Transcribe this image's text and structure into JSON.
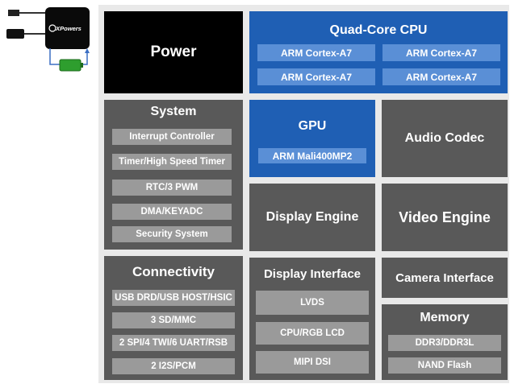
{
  "logo": {
    "text": "XPowers"
  },
  "power": {
    "title": "Power"
  },
  "cpu": {
    "title": "Quad-Core CPU",
    "cores": [
      "ARM Cortex-A7",
      "ARM Cortex-A7",
      "ARM Cortex-A7",
      "ARM Cortex-A7"
    ]
  },
  "system": {
    "title": "System",
    "items": [
      "Interrupt Controller",
      "Timer/High Speed Timer",
      "RTC/3 PWM",
      "DMA/KEYADC",
      "Security System"
    ]
  },
  "gpu": {
    "title": "GPU",
    "items": [
      "ARM Mali400MP2"
    ]
  },
  "audio": {
    "title": "Audio Codec"
  },
  "display_engine": {
    "title": "Display Engine"
  },
  "video_engine": {
    "title": "Video Engine"
  },
  "connectivity": {
    "title": "Connectivity",
    "items": [
      "USB DRD/USB HOST/HSIC",
      "3 SD/MMC",
      "2 SPI/4 TWI/6 UART/RSB",
      "2 I2S/PCM"
    ]
  },
  "display_interface": {
    "title": "Display Interface",
    "items": [
      "LVDS",
      "CPU/RGB LCD",
      "MIPI DSI"
    ]
  },
  "camera_interface": {
    "title": "Camera Interface"
  },
  "memory": {
    "title": "Memory",
    "items": [
      "DDR3/DDR3L",
      "NAND Flash"
    ]
  }
}
